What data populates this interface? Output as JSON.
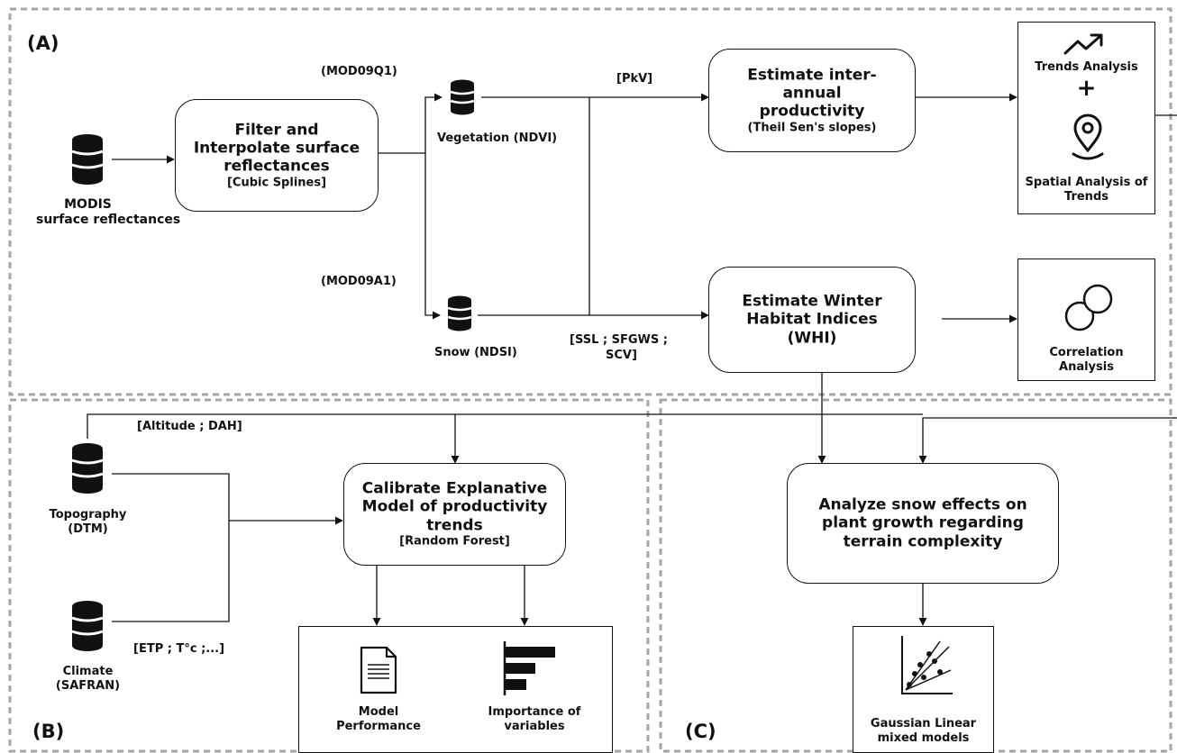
{
  "sections": {
    "a": "(A)",
    "b": "(B)",
    "c": "(C)"
  },
  "inputs": {
    "modis": {
      "title": "MODIS",
      "subtitle": "surface reflectances"
    },
    "mod09q1": "(MOD09Q1)",
    "mod09a1": "(MOD09A1)",
    "vegetation": "Vegetation (NDVI)",
    "snow": "Snow (NDSI)",
    "topography": {
      "title": "Topography",
      "subtitle": "(DTM)"
    },
    "climate": {
      "title": "Climate",
      "subtitle": "(SAFRAN)"
    }
  },
  "processes": {
    "filter": {
      "title": "Filter and Interpolate surface reflectances",
      "method": "[Cubic Splines]"
    },
    "productivity": {
      "title": "Estimate inter-annual productivity",
      "method": "(Theil Sen's slopes)"
    },
    "whi": {
      "title": "Estimate Winter Habitat Indices (WHI)"
    },
    "calibrate": {
      "title": "Calibrate Explanative Model of productivity trends",
      "method": "[Random Forest]"
    },
    "snow_effects": {
      "title": "Analyze snow effects on plant growth regarding terrain complexity"
    }
  },
  "edge_labels": {
    "pkv": "[PkV]",
    "ssl": "[SSL ; SFGWS ;",
    "scv": "SCV]",
    "altitude": "[Altitude ; DAH]",
    "etp": "[ETP ; T°c ;...]"
  },
  "outputs": {
    "trends": {
      "title": "Trends Analysis",
      "plus": "+",
      "spatial": "Spatial Analysis of Trends"
    },
    "correlation": "Correlation Analysis",
    "performance": "Model Performance",
    "importance": "Importance of variables",
    "glmm": "Gaussian Linear mixed models"
  },
  "icons": [
    "database-icon",
    "trend-up-icon",
    "map-pin-icon",
    "circles-icon",
    "document-icon",
    "bar-chart-icon",
    "scatter-plot-icon"
  ],
  "colors": {
    "line": "#111111",
    "dashed_border": "#a6a6a6",
    "background": "#ffffff"
  }
}
